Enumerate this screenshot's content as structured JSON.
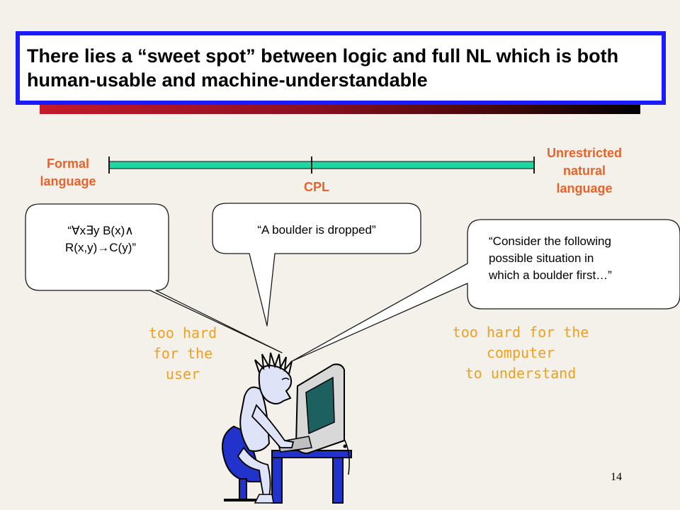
{
  "slide": {
    "title": "There lies a “sweet spot” between logic and full NL which is both human-usable and machine-understandable",
    "page_number": "14"
  },
  "spectrum": {
    "left_label": "Formal\nlanguage",
    "middle_label": "CPL",
    "right_label": "Unrestricted\nnatural\nlanguage",
    "label_color": "#e8632b",
    "bar_color": "#1fd7a0"
  },
  "bubbles": {
    "logic": "“∀x∃y B(x)∧\nR(x,y)→C(y)”",
    "cpl": "“A boulder is dropped”",
    "natural": "“Consider the following\npossible situation in\nwhich a boulder first…”"
  },
  "notes": {
    "user": "too hard\nfor the\nuser",
    "computer": "too hard for the\ncomputer\nto understand",
    "color": "#f0a020"
  },
  "colors": {
    "title_border": "#1a1aff",
    "background": "#f3f1ea"
  }
}
